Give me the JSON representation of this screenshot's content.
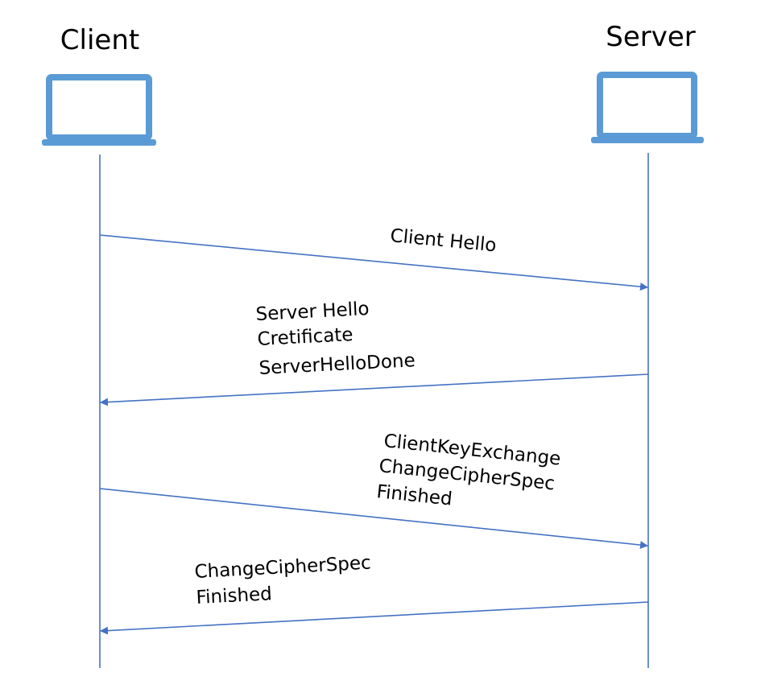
{
  "actors": {
    "client": {
      "title": "Client",
      "icon": "laptop-icon"
    },
    "server": {
      "title": "Server",
      "icon": "laptop-icon"
    }
  },
  "colors": {
    "icon": "#5b9bd5",
    "line": "#4472c4",
    "text": "#000000"
  },
  "messages": [
    {
      "from": "client",
      "to": "server",
      "lines": [
        "Client Hello"
      ]
    },
    {
      "from": "server",
      "to": "client",
      "lines": [
        "Server Hello",
        "Cretificate",
        "ServerHelloDone"
      ]
    },
    {
      "from": "client",
      "to": "server",
      "lines": [
        "ClientKeyExchange",
        "ChangeCipherSpec",
        "Finished"
      ]
    },
    {
      "from": "server",
      "to": "client",
      "lines": [
        "ChangeCipherSpec",
        "Finished"
      ]
    }
  ]
}
